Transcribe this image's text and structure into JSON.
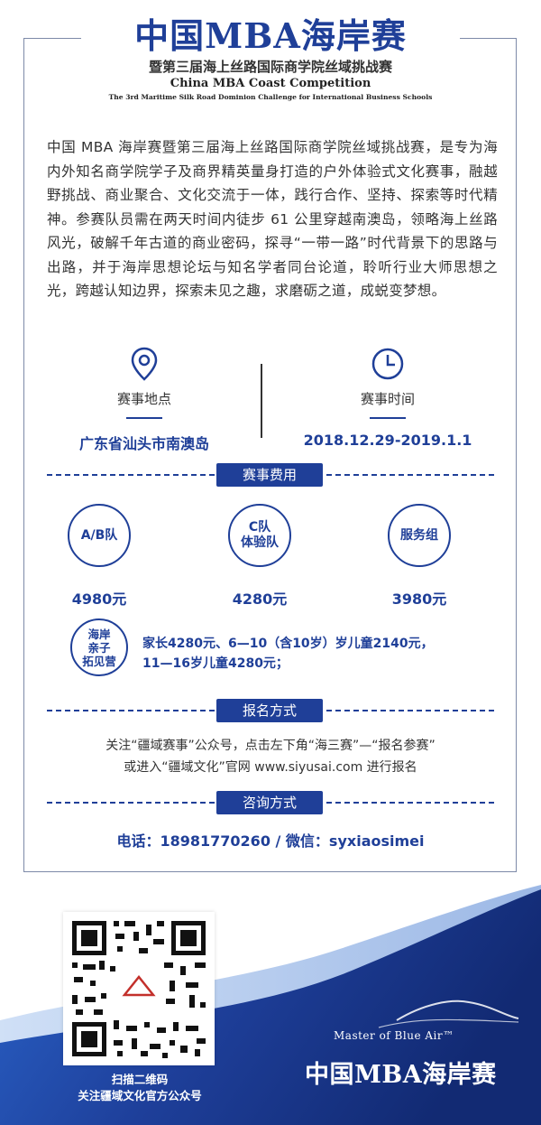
{
  "header": {
    "title": "中国MBA海岸赛",
    "subtitle": "暨第三届海上丝路国际商学院丝域挑战赛",
    "title_en": "China MBA Coast Competition",
    "subtitle_en": "The 3rd Maritime Silk Road Dominion Challenge for International Business Schools"
  },
  "intro": "中国 MBA 海岸赛暨第三届海上丝路国际商学院丝域挑战赛，是专为海内外知名商学院学子及商界精英量身打造的户外体验式文化赛事，融越野挑战、商业聚合、文化交流于一体，践行合作、坚持、探索等时代精神。参赛队员需在两天时间内徒步 61 公里穿越南澳岛，领略海上丝路风光，破解千年古道的商业密码，探寻“一带一路”时代背景下的思路与出路，并于海岸思想论坛与知名学者同台论道，聆听行业大师思想之光，跨越认知边界，探索未见之趣，求磨砺之道，成蜕变梦想。",
  "venue": {
    "label": "赛事地点",
    "value": "广东省汕头市南澳岛",
    "icon": "location-pin-icon"
  },
  "time": {
    "label": "赛事时间",
    "value": "2018.12.29-2019.1.1",
    "icon": "clock-icon"
  },
  "fees": {
    "heading": "赛事费用",
    "items": [
      {
        "name": "A/B队",
        "price": "4980元"
      },
      {
        "name": "C队\n体验队",
        "price": "4280元"
      },
      {
        "name": "服务组",
        "price": "3980元"
      }
    ],
    "family": {
      "name_lines": [
        "海岸",
        "亲子",
        "拓见营"
      ],
      "line1": "家长4280元、6—10（含10岁）岁儿童2140元，",
      "line2": "11—16岁儿童4280元；"
    }
  },
  "register": {
    "heading": "报名方式",
    "line1": "关注“疆域赛事”公众号，点击左下角“海三赛”—“报名参赛”",
    "line2": "或进入“疆域文化”官网  www.siyusai.com  进行报名"
  },
  "contact": {
    "heading": "咨询方式",
    "text": "电话：18981770260 / 微信：syxiaosimei"
  },
  "footer": {
    "scan_line1": "扫描二维码",
    "scan_line2": "关注疆域文化官方公众号",
    "brand_en": "Master of Blue Air™",
    "brand_cn": "中国MBA海岸赛"
  },
  "colors": {
    "accent": "#1f3f98",
    "text": "#333333"
  }
}
